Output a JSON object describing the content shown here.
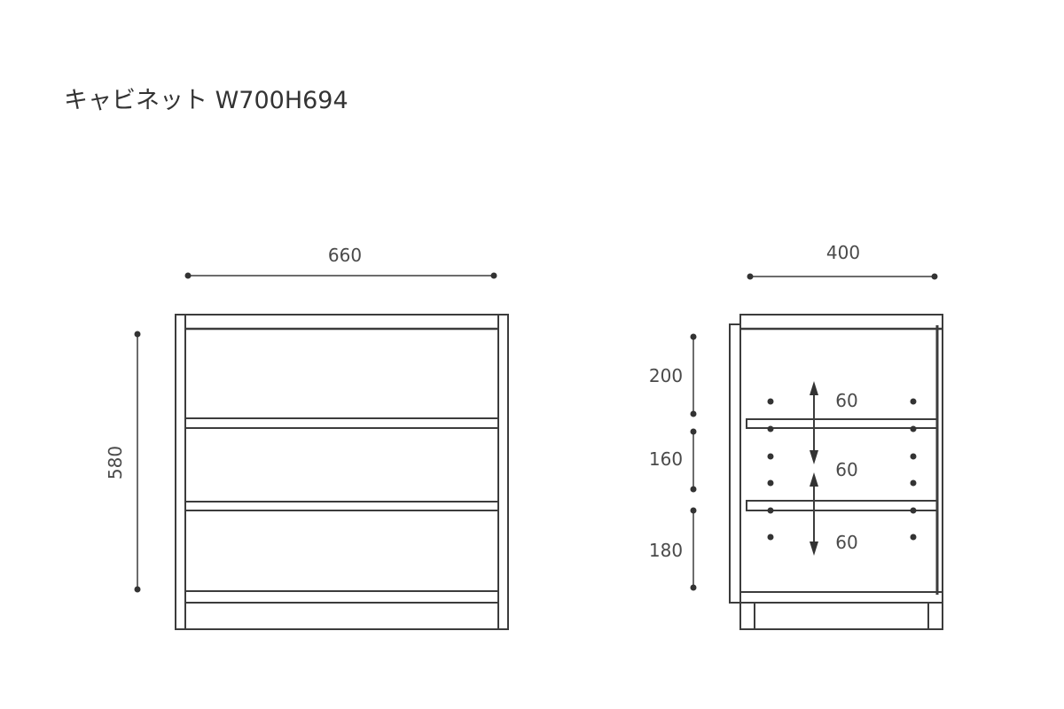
{
  "title": "キャビネット W700H694",
  "front_view": {
    "width_label": "660",
    "height_label": "580"
  },
  "side_view": {
    "depth_label": "400",
    "section_labels": [
      "200",
      "160",
      "180"
    ],
    "adjust_labels": [
      "60",
      "60",
      "60"
    ]
  },
  "colors": {
    "line": "#3c3c3c",
    "text": "#4a4a4a"
  }
}
